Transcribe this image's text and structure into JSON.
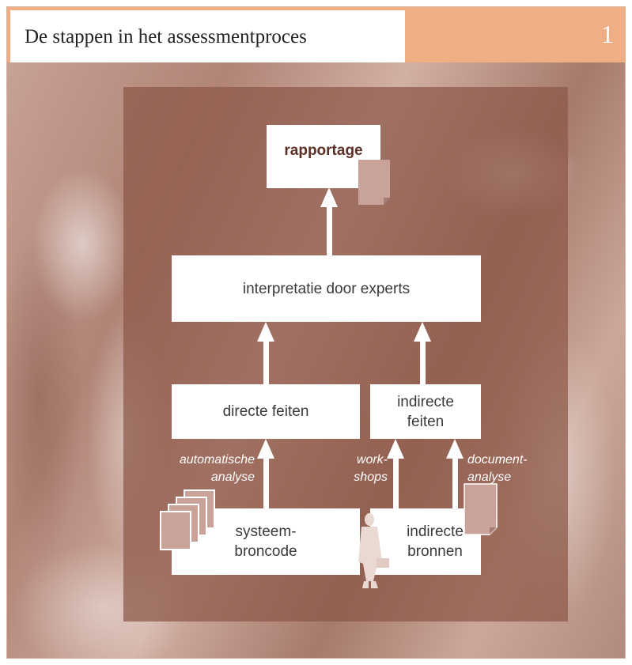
{
  "header": {
    "title": "De stappen in het assessmentproces",
    "figure_number": "1"
  },
  "diagram": {
    "nodes": {
      "rapportage": "rapportage",
      "interpretatie": "interpretatie door experts",
      "directe_feiten": "directe feiten",
      "indirecte_feiten": "indirecte\nfeiten",
      "systeem_broncode": "systeem-\nbroncode",
      "indirecte_bronnen": "indirecte\nbronnen"
    },
    "edge_labels": {
      "automatische_analyse": "automatische\nanalyse",
      "workshops": "work-\nshops",
      "documentanalyse": "document-\nanalyse"
    },
    "icons": [
      "report-document-icon",
      "source-code-pages-icon",
      "person-icon",
      "document-icon"
    ]
  },
  "colors": {
    "header_accent": "#efae84",
    "panel": "#8c5848",
    "document_fill": "#c9a29a",
    "box": "#ffffff"
  }
}
